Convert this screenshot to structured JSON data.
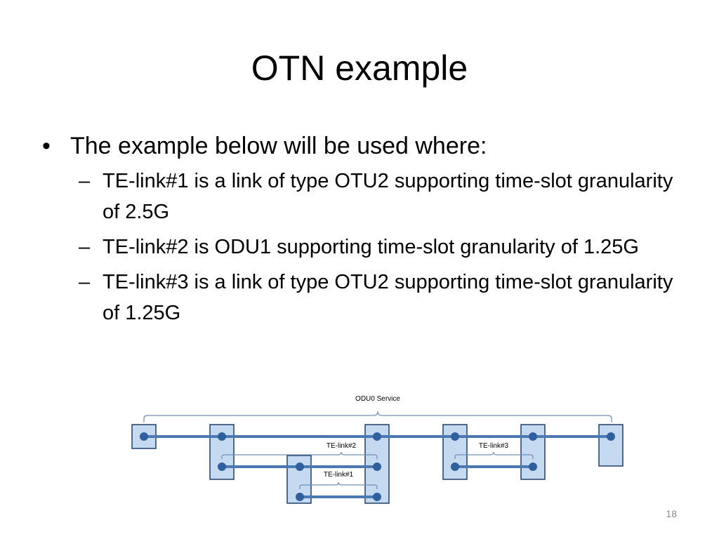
{
  "slide": {
    "title": "OTN example",
    "bullet": "The example below will be used where:",
    "sub_bullets": [
      "TE-link#1 is a link of type OTU2 supporting time-slot granularity of 2.5G",
      "TE-link#2 is ODU1 supporting time-slot granularity of 1.25G",
      "TE-link#3 is a link of type OTU2 supporting time-slot granularity of 1.25G"
    ],
    "page_number": "18"
  },
  "diagram": {
    "service_label": "ODU0 Service",
    "link_labels": [
      "TE-link#2",
      "TE-link#3",
      "TE-link#1"
    ],
    "colors": {
      "node_fill": "#c5d9f1",
      "node_stroke": "#1f3f6b",
      "line": "#4a78b3",
      "dot": "#2f5f9f",
      "bracket": "#6f8fb8"
    }
  }
}
